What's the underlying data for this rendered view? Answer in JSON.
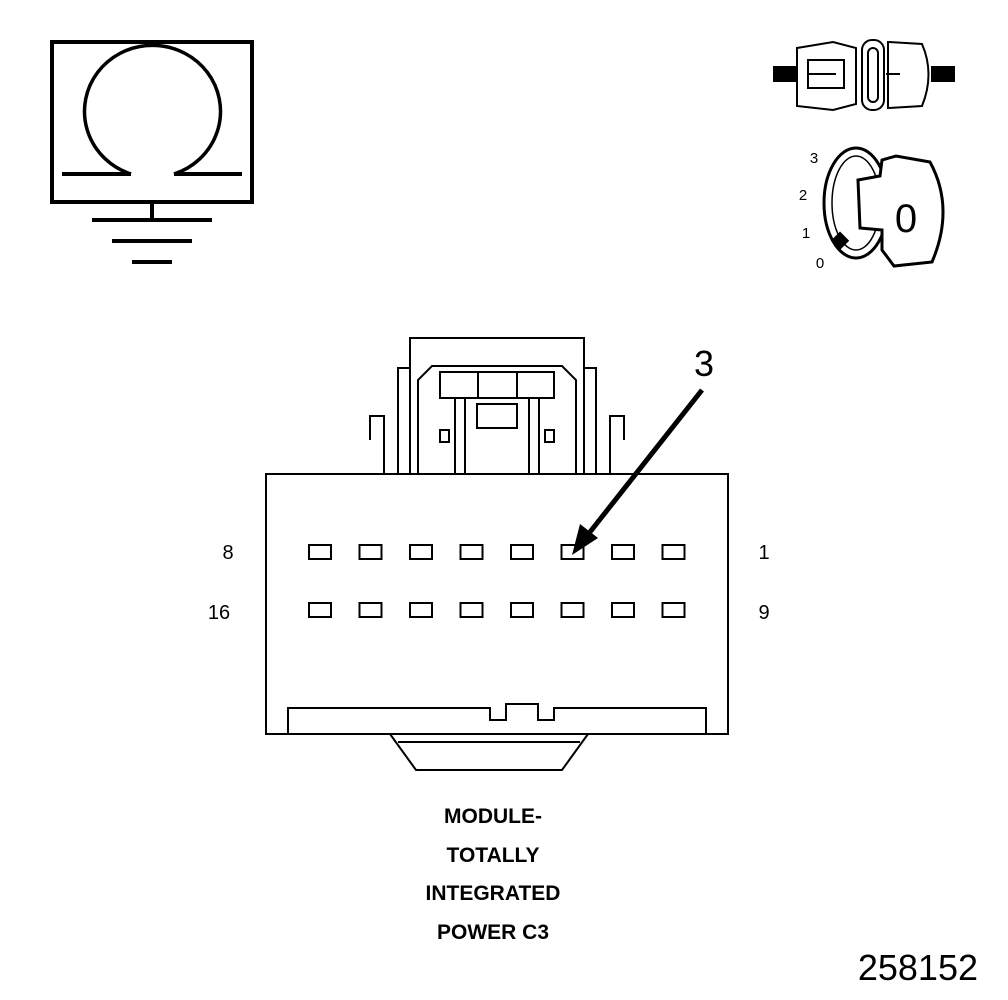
{
  "ohmmeter_symbol": {
    "icon": "ohm-meter-ground-icon"
  },
  "connector_icon": {
    "icon": "disconnected-connector-icon"
  },
  "ignition_key": {
    "icon": "ignition-key-icon",
    "positions": [
      "3",
      "2",
      "1",
      "0"
    ],
    "key_label": "0"
  },
  "connector": {
    "callout_pin": "3",
    "row1": {
      "start": "8",
      "end": "1"
    },
    "row2": {
      "start": "16",
      "end": "9"
    },
    "pins_per_row": 8,
    "caption_lines": [
      "MODULE-",
      "TOTALLY",
      "INTEGRATED",
      "POWER C3"
    ]
  },
  "figure_id": "258152"
}
